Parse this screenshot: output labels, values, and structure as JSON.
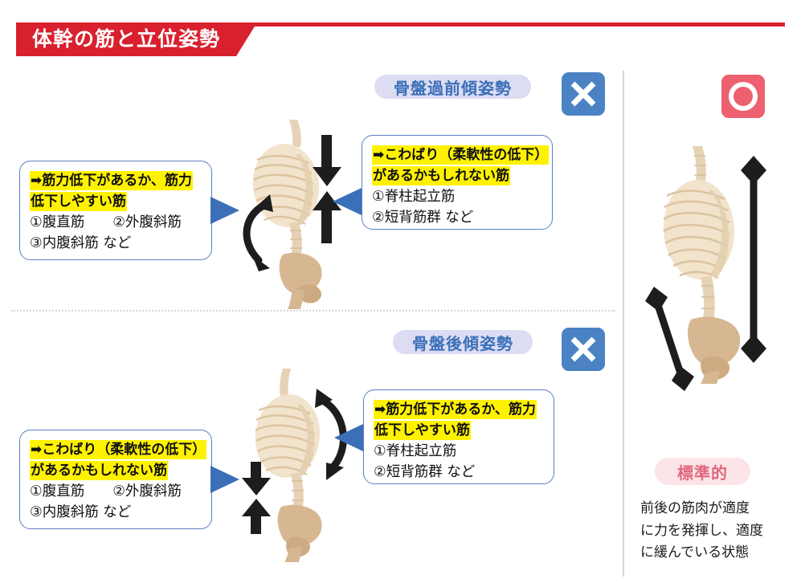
{
  "header": {
    "title": "体幹の筋と立位姿勢",
    "accent_color": "#d9202e"
  },
  "sections": [
    {
      "id": "anterior-pelvic-tilt",
      "label": "骨盤過前傾姿勢",
      "mark": "x-mark",
      "mark_color": "#4a82c4",
      "left_box": {
        "highlight_lines": [
          "➡筋力低下があるか、筋力",
          "低下しやすい筋"
        ],
        "items": [
          "①腹直筋　　②外腹斜筋",
          "③内腹斜筋 など"
        ]
      },
      "right_box": {
        "highlight_lines": [
          "➡こわばり（柔軟性の低下）",
          "があるかもしれない筋"
        ],
        "items": [
          "①脊柱起立筋",
          "②短背筋群 など"
        ]
      }
    },
    {
      "id": "posterior-pelvic-tilt",
      "label": "骨盤後傾姿勢",
      "mark": "x-mark",
      "mark_color": "#4a82c4",
      "left_box": {
        "highlight_lines": [
          "➡こわばり（柔軟性の低下）",
          "があるかもしれない筋"
        ],
        "items": [
          "①腹直筋　　②外腹斜筋",
          "③内腹斜筋 など"
        ]
      },
      "right_box": {
        "highlight_lines": [
          "➡筋力低下があるか、筋力",
          "低下しやすい筋"
        ],
        "items": [
          "①脊柱起立筋",
          "②短背筋群 など"
        ]
      }
    }
  ],
  "standard": {
    "mark": "o-mark",
    "mark_color": "#ed6070",
    "label": "標準的",
    "label_color": "#e0677c",
    "description_lines": [
      "前後の筋肉が適度",
      "に力を発揮し、適度",
      "に緩んでいる状態"
    ]
  },
  "colors": {
    "highlight": "#fff200",
    "box_border": "#5b7fc4",
    "pointer": "#3b6fb8",
    "pill_bg": "#dcdcf2",
    "pill_text": "#3b6fb8",
    "divider": "#d5d5d5",
    "bone": "#e8d5bb"
  }
}
